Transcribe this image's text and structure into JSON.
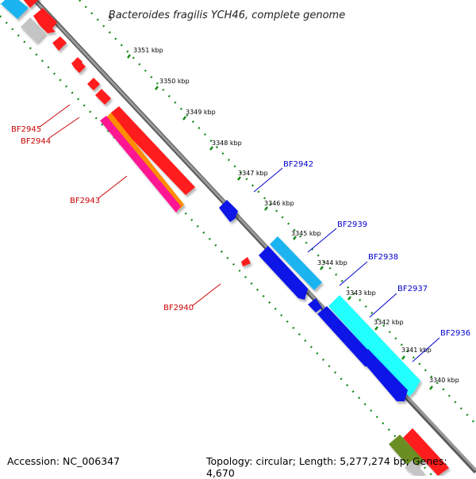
{
  "title": "Bacteroides fragilis YCH46, complete genome",
  "accession_label": "Accession: NC_006347",
  "summary_label": "Topology: circular; Length: 5,277,274 bp; Genes: 4,670",
  "scale": {
    "labels": [
      "3",
      "3351 kbp",
      "3350 kbp",
      "3349 kbp",
      "3348 kbp",
      "3347 kbp",
      "3346 kbp",
      "3345 kbp",
      "3344 kbp",
      "3343 kbp",
      "3342 kbp",
      "3341 kbp",
      "3340 kbp"
    ]
  },
  "genes": {
    "left": [
      "BF2945",
      "BF2944",
      "BF2943",
      "BF2940"
    ],
    "right": [
      "BF2942",
      "BF2939",
      "BF2938",
      "BF2937",
      "BF2936"
    ]
  },
  "colors": {
    "backbone": "#8c8c8c",
    "ticks": "#1a8a1a",
    "left_labels": "#cc0000",
    "right_labels": "#0000cc",
    "red_feature": "#ff1a1a",
    "blue_feature": "#0a14e6",
    "cyan_feature": "#22ffff",
    "sky_feature": "#1eb4f0",
    "orange_feature": "#ff8c00",
    "pink_feature": "#ff1493",
    "grey_feature": "#c4c4c4",
    "olive_feature": "#6b8e23"
  }
}
